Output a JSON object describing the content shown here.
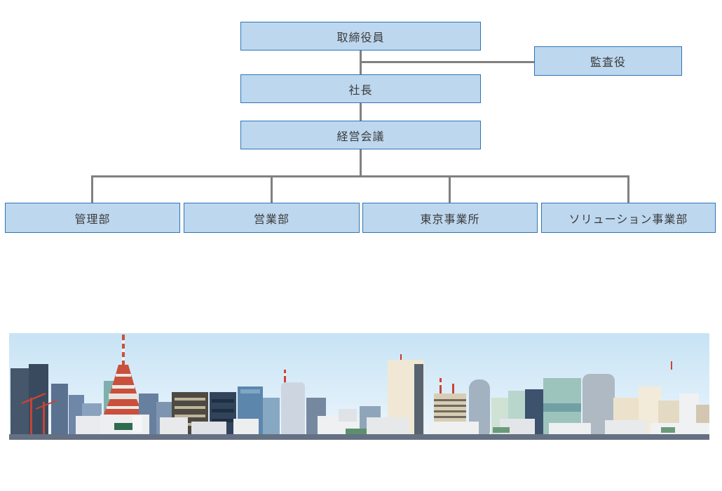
{
  "org_chart": {
    "nodes": [
      {
        "id": "board",
        "label": "取締役員"
      },
      {
        "id": "auditor",
        "label": "監査役"
      },
      {
        "id": "president",
        "label": "社長"
      },
      {
        "id": "exec-meeting",
        "label": "経営会議"
      },
      {
        "id": "admin-dept",
        "label": "管理部"
      },
      {
        "id": "sales-dept",
        "label": "営業部"
      },
      {
        "id": "tokyo-office",
        "label": "東京事業所"
      },
      {
        "id": "solution-div",
        "label": "ソリューション事業部"
      }
    ],
    "colors": {
      "node_fill": "#BDD7EE",
      "node_border": "#2E75B6",
      "node_text": "#3B3B3B",
      "connector": "#808080"
    }
  },
  "photo": {
    "label": "tokyo-skyline-photo"
  }
}
